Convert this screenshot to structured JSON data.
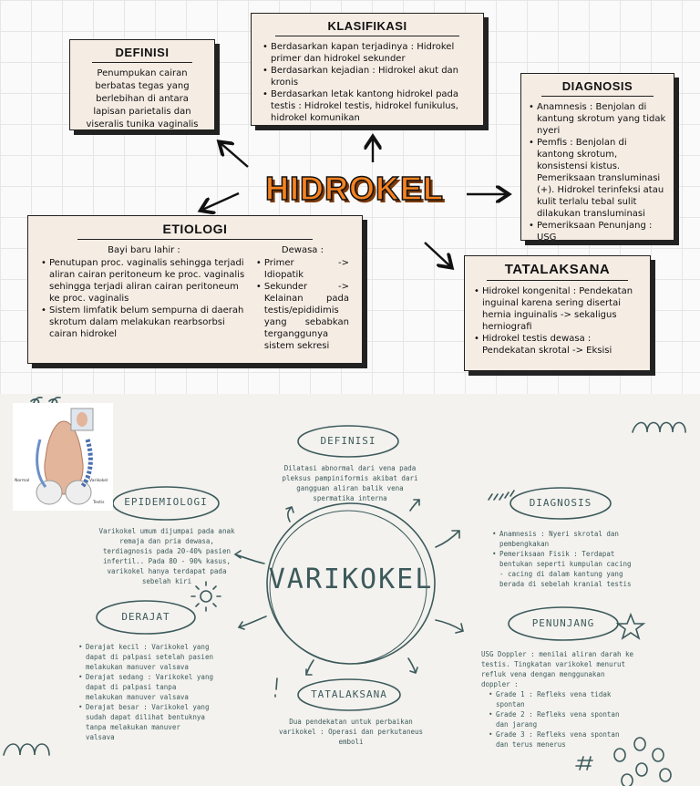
{
  "hidrokel": {
    "title": "HIDROKEL",
    "definisi": {
      "heading": "DEFINISI",
      "text": "Penumpukan cairan berbatas tegas yang berlebihan di antara lapisan parietalis dan viseralis tunika vaginalis"
    },
    "klasifikasi": {
      "heading": "KLASIFIKASI",
      "items": [
        "Berdasarkan kapan terjadinya : Hidrokel primer dan hidrokel sekunder",
        "Berdasarkan kejadian : Hidrokel akut dan kronis",
        "Berdasarkan letak kantong hidrokel pada testis : Hidrokel testis, hidrokel funikulus, hidrokel komunikan"
      ]
    },
    "diagnosis": {
      "heading": "DIAGNOSIS",
      "items": [
        "Anamnesis : Benjolan di kantung skrotum yang tidak nyeri",
        "Pemfis : Benjolan di kantong skrotum, konsistensi kistus. Pemeriksaan transluminasi (+). Hidrokel terinfeksi atau kulit terlalu tebal sulit dilakukan transluminasi",
        "Pemeriksaan Penunjang : USG"
      ]
    },
    "etiologi": {
      "heading": "ETIOLOGI",
      "bayi_heading": "Bayi baru lahir :",
      "bayi_items": [
        "Penutupan proc. vaginalis sehingga terjadi aliran cairan peritoneum ke proc. vaginalis sehingga terjadi aliran cairan peritoneum ke proc. vaginalis",
        "Sistem limfatik belum sempurna di daerah skrotum dalam melakukan rearbsorbsi cairan hidrokel"
      ],
      "dewasa_heading": "Dewasa :",
      "dewasa_items": [
        "Primer -> Idiopatik",
        "Sekunder -> Kelainan pada testis/epididimis yang sebabkan terganggunya sistem sekresi"
      ]
    },
    "tatalaksana": {
      "heading": "TATALAKSANA",
      "items": [
        "Hidrokel kongenital : Pendekatan inguinal karena sering disertai hernia inguinalis -> sekaligus herniografi",
        "Hidrokel testis dewasa : Pendekatan skrotal -> Eksisi"
      ]
    }
  },
  "varikokel": {
    "title": "VARIKOKEL",
    "anatomy_labels": [
      "Normal",
      "Varikokel",
      "Testis"
    ],
    "definisi": {
      "heading": "DEFINISI",
      "lines": [
        "Dilatasi abnormal dari vena pada",
        "pleksus pampiniformis akibat dari",
        "gangguan aliran balik vena",
        "spermatika interna"
      ]
    },
    "epidemiologi": {
      "heading": "EPIDEMIOLOGI",
      "lines": [
        "Varikokel umum dijumpai pada anak",
        "remaja dan pria dewasa,",
        "terdiagnosis pada 20-40% pasien",
        "infertil.. Pada 80 - 90% kasus,",
        "varikokel hanya terdapat pada",
        "sebelah kiri"
      ]
    },
    "derajat": {
      "heading": "DERAJAT",
      "items": [
        [
          "Derajat kecil : Varikokel yang",
          "dapat di palpasi setelah pasien",
          "melakukan manuver valsava"
        ],
        [
          "Derajat sedang : Varikokel yang",
          "dapat di palpasi tanpa",
          "melakukan manuver valsava"
        ],
        [
          "Derajat besar : Varikokel yang",
          "sudah dapat dilihat bentuknya",
          "tanpa melakukan manuver",
          "valsava"
        ]
      ]
    },
    "diagnosis": {
      "heading": "DIAGNOSIS",
      "items": [
        [
          "Anamnesis : Nyeri skrotal dan",
          "pembengkakan"
        ],
        [
          "Pemeriksaan Fisik : Terdapat",
          "bentukan seperti kumpulan cacing",
          "- cacing di dalam kantung yang",
          "berada di sebelah kranial testis"
        ]
      ]
    },
    "penunjang": {
      "heading": "PENUNJANG",
      "lines": [
        "USG Doppler : menilai aliran darah ke",
        "testis. Tingkatan varikokel menurut",
        "refluk vena dengan menggunakan",
        "doppler :"
      ],
      "grades": [
        [
          "Grade 1 : Refleks vena tidak",
          "spontan"
        ],
        [
          "Grade 2 : Refleks vena spontan",
          "dan jarang"
        ],
        [
          "Grade 3 : Refleks vena spontan",
          "dan terus menerus"
        ]
      ]
    },
    "tatalaksana": {
      "heading": "TATALAKSANA",
      "lines": [
        "Dua pendekatan untuk perbaikan",
        "varikokel : Operasi dan perkutaneus",
        "emboli"
      ]
    }
  },
  "colors": {
    "card_bg": "#f5ece4",
    "title_orange": "#f58220",
    "teal_ink": "#3d5a5c"
  }
}
